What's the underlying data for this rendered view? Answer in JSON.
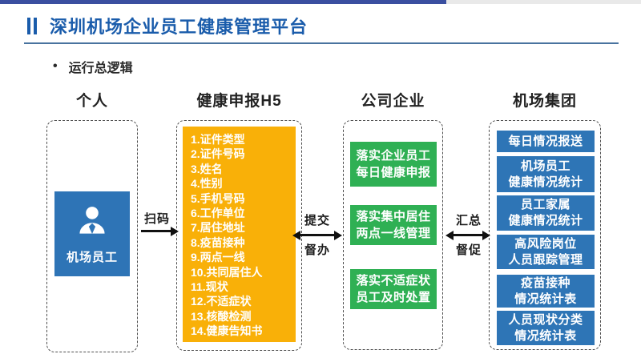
{
  "title": {
    "text": "深圳机场企业员工健康管理平台",
    "color": "#1A5CAB"
  },
  "subtitle": {
    "bullet": "•",
    "text": "运行总逻辑"
  },
  "accent_colors": {
    "progress_fill": "#3A4FA0",
    "progress_track": "#E9E9E9",
    "personal_card": "#2E74B6",
    "h5_panel": "#F9B008",
    "company_card": "#2FB054",
    "group_card": "#2E75B6"
  },
  "columns": {
    "personal": {
      "header": "个人",
      "card": {
        "label": "机场员工",
        "icon": "person-icon"
      }
    },
    "h5": {
      "header": "健康申报H5",
      "fields": [
        "1.证件类型",
        "2.证件号码",
        "3.姓名",
        "4.性别",
        "5.手机号码",
        "6.工作单位",
        "7.居住地址",
        "8.疫苗接种",
        "9.两点一线",
        "10.共同居住人",
        "11.现状",
        "12.不适症状",
        "13.核酸检测",
        "14.健康告知书"
      ]
    },
    "company": {
      "header": "公司企业",
      "tasks": [
        "落实企业员工\n每日健康申报",
        "落实集中居住\n两点一线管理",
        "落实不适症状\n员工及时处置"
      ]
    },
    "group": {
      "header": "机场集团",
      "reports": [
        "每日情况报送",
        "机场员工\n健康情况统计",
        "员工家属\n健康情况统计",
        "高风险岗位\n人员跟踪管理",
        "疫苗接种\n情况统计表",
        "人员现状分类\n情况统计表"
      ]
    }
  },
  "connectors": {
    "scan": {
      "label": "扫码"
    },
    "submit": {
      "top": "提交",
      "bottom": "督办"
    },
    "summary": {
      "top": "汇总",
      "bottom": "督促"
    }
  }
}
